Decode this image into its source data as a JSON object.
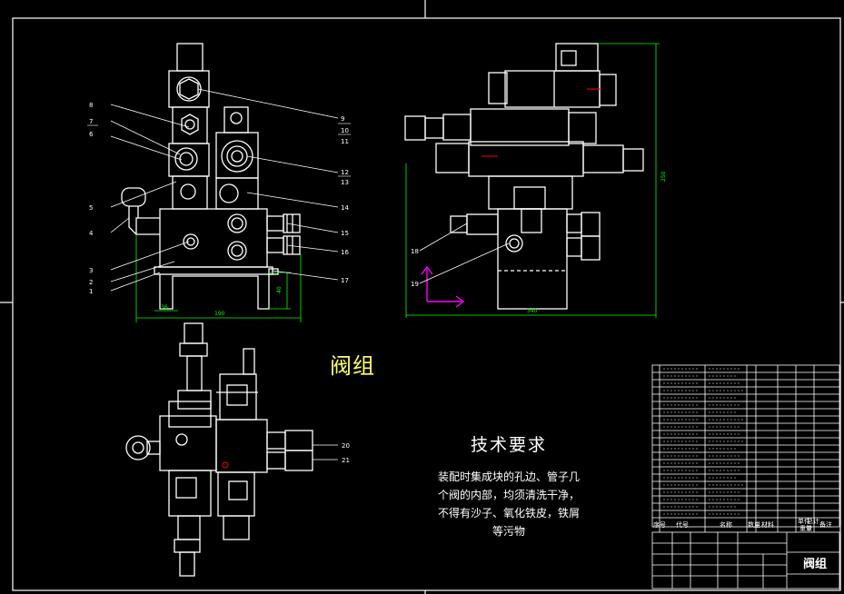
{
  "drawing": {
    "assembly_title": "阀组",
    "tech_requirements_title": "技术要求",
    "tech_requirements_body": "装配时集成块的孔边、管子几个阀的内部，均须清洗干净，不得有沙子、氧化铁皮，铁屑等污物",
    "title_block_name": "阀组"
  },
  "balloons_left": [
    "8",
    "7",
    "6",
    "5",
    "4",
    "3",
    "2",
    "1"
  ],
  "balloons_right_front": [
    "9",
    "10",
    "11",
    "12",
    "13",
    "14",
    "15",
    "16",
    "17"
  ],
  "balloons_side": [
    "18",
    "19"
  ],
  "balloons_top": [
    "20",
    "21"
  ],
  "bom_headers": [
    "序号",
    "代号",
    "名称",
    "数量",
    "材料",
    "单件",
    "总计",
    "备注"
  ],
  "bom_subheader": "重量",
  "dimensions": {
    "front_width": "190",
    "side_width": "340",
    "side_height": "250",
    "front_small": "36",
    "front_foot": "40"
  },
  "colors": {
    "background": "#000000",
    "lines": "#ffffff",
    "dimension": "#00ff00",
    "accent_red": "#ff0000",
    "axis_magenta": "#ff00ff",
    "title_yellow": "#ffff66"
  }
}
